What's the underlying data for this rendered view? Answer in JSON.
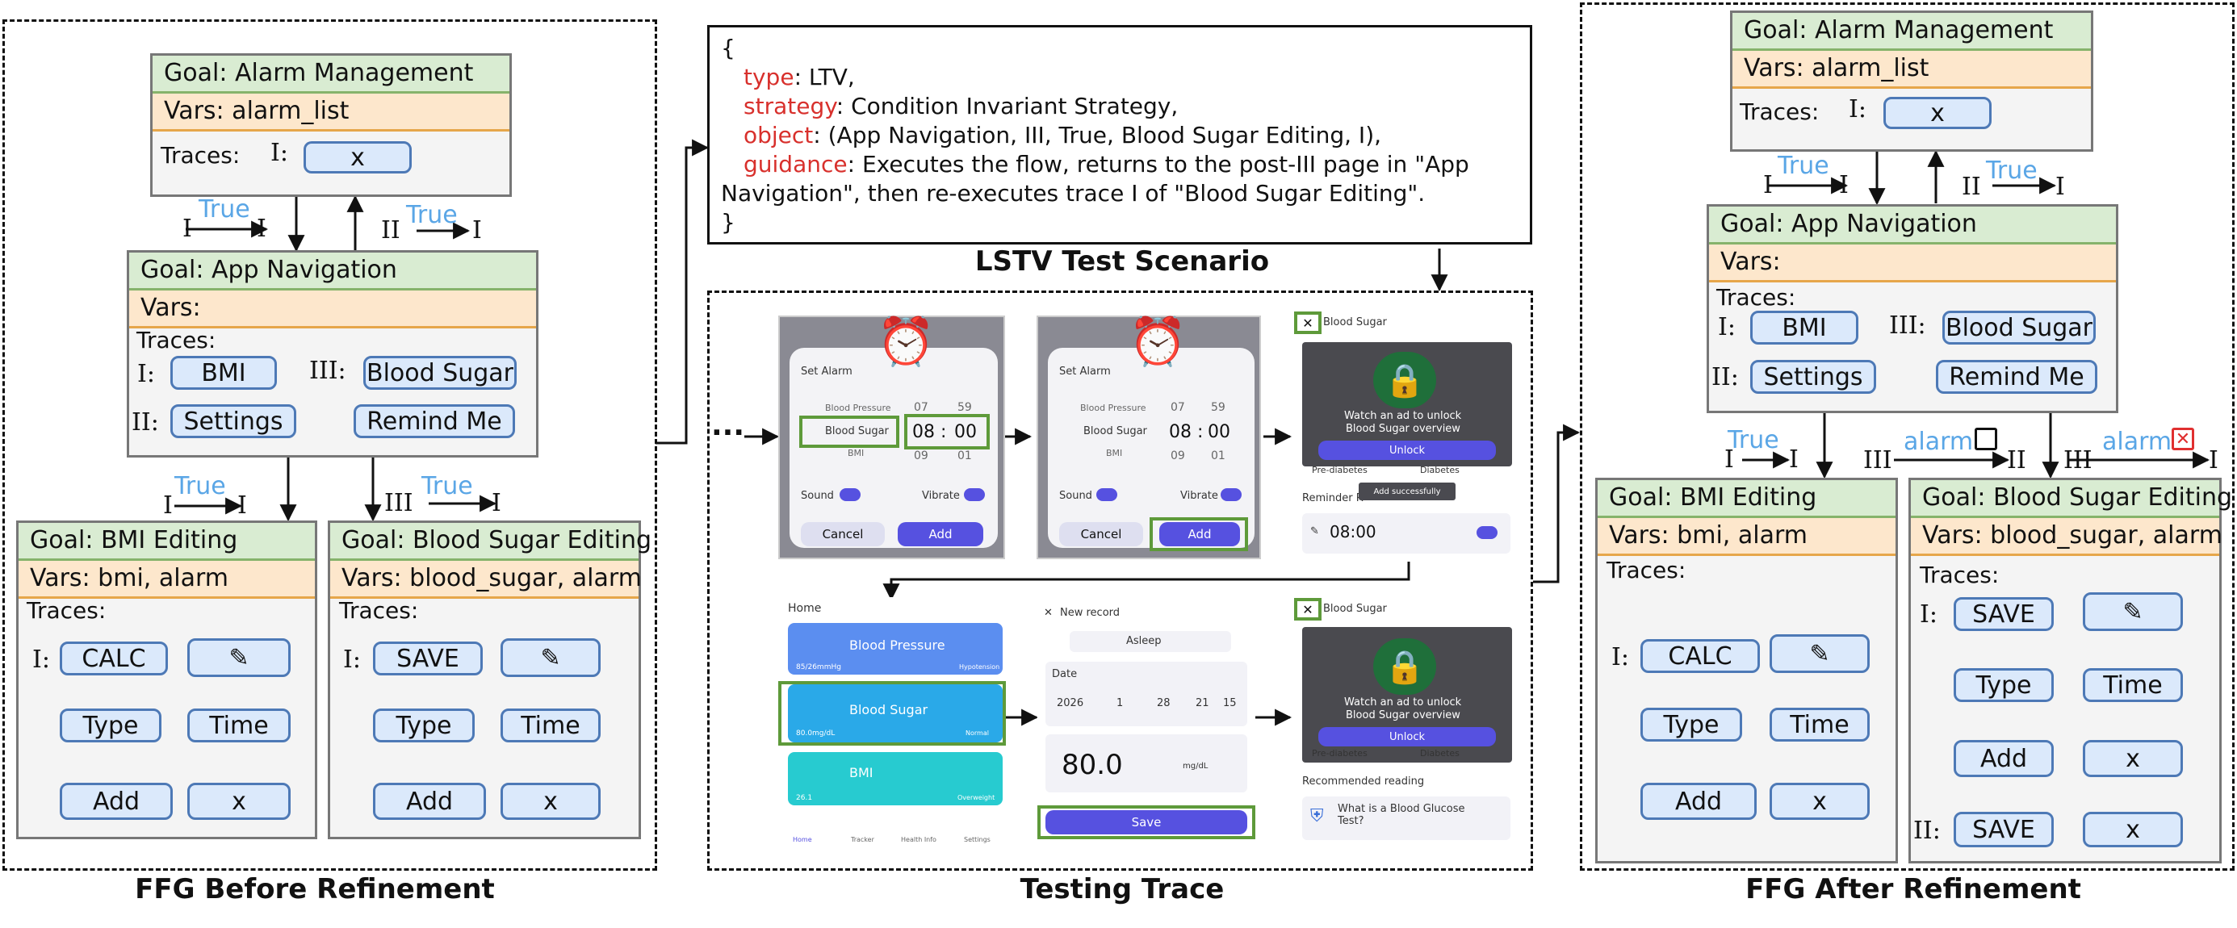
{
  "captions": {
    "before": "FFG Before Refinement",
    "testing": "Testing Trace",
    "scenario": "LSTV Test Scenario",
    "after": "FFG After Refinement"
  },
  "scenario": {
    "open_brace": "{",
    "close_brace": "}",
    "type_key": "type",
    "type_val": ": LTV,",
    "strategy_key": "strategy",
    "strategy_val": ": Condition Invariant Strategy,",
    "object_key": "object",
    "object_val": ": (App Navigation, III, True, Blood Sugar Editing, I),",
    "guidance_key": "guidance",
    "guidance_val1": ": Executes the flow, returns to the post-III page in \"App",
    "guidance_val2": "Navigation\", then re-executes trace I of \"Blood Sugar Editing\"."
  },
  "labels": {
    "traces_colon": "Traces:",
    "i": "I:",
    "ii": "II:",
    "iii": "III:",
    "i_plain": "I",
    "ii_plain": "II",
    "iii_plain": "III",
    "true_cond": "True",
    "alarm_cond": "alarm",
    "ellipsis": "···"
  },
  "before": {
    "alarm": {
      "goal": "Goal: Alarm Management",
      "vars": "Vars: alarm_list",
      "x": "x"
    },
    "nav": {
      "goal": "Goal: App Navigation",
      "vars": "Vars:",
      "bmi": "BMI",
      "blood_sugar": "Blood Sugar",
      "settings": "Settings",
      "remind": "Remind Me"
    },
    "bmi_edit": {
      "goal": "Goal: BMI Editing",
      "vars": "Vars: bmi, alarm",
      "calc": "CALC",
      "type": "Type",
      "time": "Time",
      "add": "Add",
      "x": "x"
    },
    "bs_edit": {
      "goal": "Goal: Blood Sugar Editing",
      "vars": "Vars: blood_sugar, alarm",
      "save": "SAVE",
      "type": "Type",
      "time": "Time",
      "add": "Add",
      "x": "x"
    }
  },
  "after": {
    "alarm": {
      "goal": "Goal: Alarm Management",
      "vars": "Vars: alarm_list",
      "x": "x"
    },
    "nav": {
      "goal": "Goal: App Navigation",
      "vars": "Vars:",
      "bmi": "BMI",
      "blood_sugar": "Blood Sugar",
      "settings": "Settings",
      "remind": "Remind Me"
    },
    "bmi_edit": {
      "goal": "Goal: BMI Editing",
      "vars": "Vars: bmi, alarm",
      "calc": "CALC",
      "type": "Type",
      "time": "Time",
      "add": "Add",
      "x": "x"
    },
    "bs_edit": {
      "goal": "Goal: Blood Sugar Editing",
      "vars": "Vars: blood_sugar, alarm",
      "save": "SAVE",
      "type": "Type",
      "time": "Time",
      "add": "Add",
      "x": "x",
      "save2": "SAVE",
      "x2": "x"
    }
  },
  "screens": {
    "alarm1": {
      "title": "Set Alarm",
      "opt1": "Blood Pressure",
      "opt2": "Blood Sugar",
      "opt3": "BMI",
      "h_prev": "07",
      "h": "08",
      "h_next": "09",
      "m_prev": "59",
      "m": "00",
      "m_next": "01",
      "colon": ":",
      "sound": "Sound",
      "vibrate": "Vibrate",
      "cancel": "Cancel",
      "add": "Add"
    },
    "alarm2": {
      "title": "Set Alarm",
      "opt1": "Blood Pressure",
      "opt2": "Blood Sugar",
      "opt3": "BMI",
      "h_prev": "07",
      "h": "08",
      "h_next": "09",
      "m_prev": "59",
      "m": "00",
      "m_next": "01",
      "colon": ":",
      "sound": "Sound",
      "vibrate": "Vibrate",
      "cancel": "Cancel",
      "add": "Add"
    },
    "ad1": {
      "title": "Blood Sugar",
      "ad_line1": "Watch an ad to unlock",
      "ad_line2": "Blood Sugar overview",
      "unlock": "Unlock",
      "pre": "Pre-diabetes",
      "diab": "Diabetes",
      "reminder": "Reminder R",
      "toast": "Add successfully",
      "time": "08:00"
    },
    "home": {
      "title": "Home",
      "bp": "Blood Pressure",
      "bp_val": "85/26mmHg",
      "bp_tag": "Hypotension",
      "bs": "Blood Sugar",
      "bs_val": "80.0mg/dL",
      "bs_tag": "Normal",
      "bmi": "BMI",
      "bmi_val": "26.1",
      "bmi_tag": "Overweight",
      "nav1": "Home",
      "nav2": "Tracker",
      "nav3": "Health Info",
      "nav4": "Settings"
    },
    "record": {
      "title": "New record",
      "state": "Asleep",
      "date_label": "Date",
      "year": "2026",
      "month": "1",
      "day": "28",
      "hour": "21",
      "minute": "15",
      "value": "80.0",
      "unit": "mg/dL",
      "save": "Save"
    },
    "ad2": {
      "title": "Blood Sugar",
      "ad_line1": "Watch an ad to unlock",
      "ad_line2": "Blood Sugar overview",
      "unlock": "Unlock",
      "pre": "Pre-diabetes",
      "diab": "Diabetes",
      "rec": "Recommended reading",
      "article": "What is a Blood Glucose Test?"
    }
  }
}
